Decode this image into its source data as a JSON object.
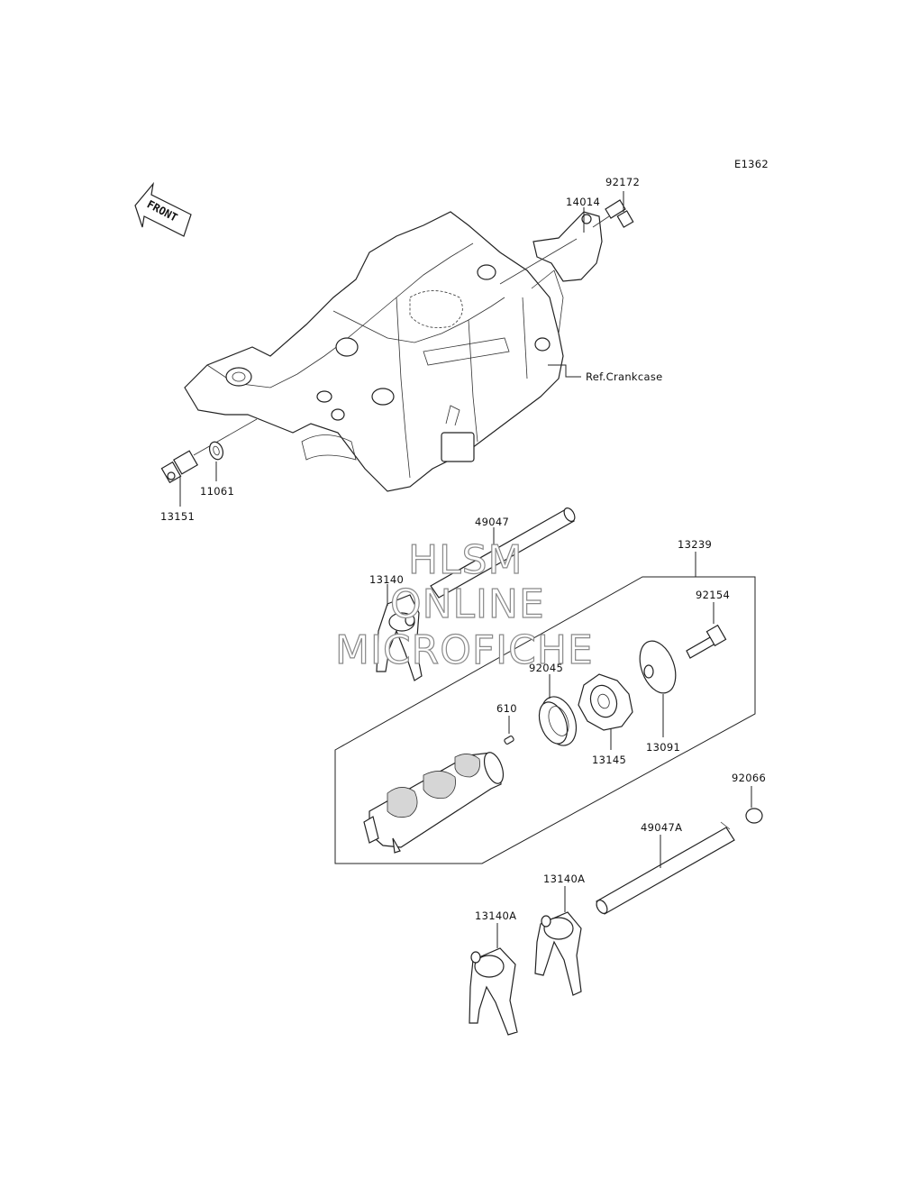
{
  "diagram_code": "E1362",
  "front_label": "FRONT",
  "ref_label": "Ref.Crankcase",
  "watermark": {
    "line1": "HLSM",
    "line2": "ONLINE",
    "line3": "MICROFICHE"
  },
  "parts": {
    "p92172": "92172",
    "p14014": "14014",
    "p13151": "13151",
    "p11061": "11061",
    "p49047": "49047",
    "p13239": "13239",
    "p13140": "13140",
    "p92154": "92154",
    "p92045": "92045",
    "p610": "610",
    "p13091": "13091",
    "p13145": "13145",
    "p92066": "92066",
    "p49047A": "49047A",
    "p13140A_right": "13140A",
    "p13140A_left": "13140A"
  }
}
